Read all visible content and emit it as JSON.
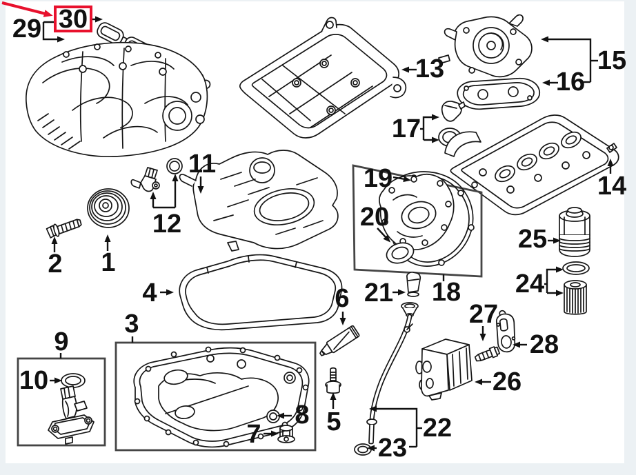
{
  "diagram": {
    "kind": "engine-parts-exploded-diagram",
    "highlighted_callout": "30",
    "highlight_color": "#e8112d",
    "line_color": "#151515",
    "background_color": "#ecf1f4",
    "canvas_color": "#ffffff",
    "callouts": {
      "n1": "1",
      "n2": "2",
      "n3": "3",
      "n4": "4",
      "n5": "5",
      "n6": "6",
      "n7": "7",
      "n8": "8",
      "n9": "9",
      "n10": "10",
      "n11": "11",
      "n12": "12",
      "n13": "13",
      "n14": "14",
      "n15": "15",
      "n16": "16",
      "n17": "17",
      "n18": "18",
      "n19": "19",
      "n20": "20",
      "n21": "21",
      "n22": "22",
      "n23": "23",
      "n24": "24",
      "n25": "25",
      "n26": "26",
      "n27": "27",
      "n28": "28",
      "n29": "29",
      "n30": "30"
    }
  }
}
